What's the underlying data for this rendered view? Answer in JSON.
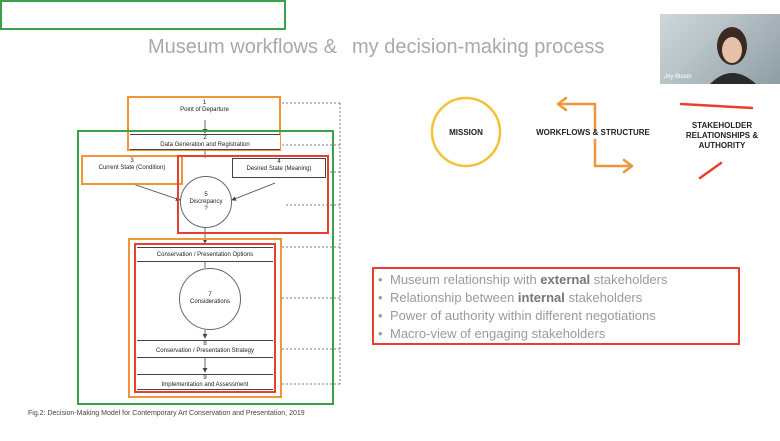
{
  "slide": {
    "title_prefix": "Museum workflows & ",
    "title_highlight": "my decision-making process",
    "caption": "Fig.2: Decision-Making Model for Contemporary Art Conservation and Presentation, 2019"
  },
  "video": {
    "participant_name": "Joy Bloser"
  },
  "diagram": {
    "box1_num": "1",
    "box1_label": "Point of Departure",
    "box2_num": "2",
    "box2_label": "Data Generation and Registration",
    "box3_num": "3",
    "box3_label": "Current State (Condition)",
    "box4_num": "4",
    "box4_label": "Desired State (Meaning)",
    "circle5_num": "5",
    "circle5_label": "Discrepancy",
    "circle5_q": "?",
    "box6_label": "Conservation / Presentation Options",
    "circle7_num": "7",
    "circle7_label": "Considerations",
    "box8_num": "8",
    "box8_label": "Conservation / Presentation Strategy",
    "box9_num": "9",
    "box9_label": "Implementation and Assessment"
  },
  "right_panel": {
    "mission": "MISSION",
    "workflows": "WORKFLOWS & STRUCTURE",
    "stakeholder_1": "STAKEHOLDER",
    "stakeholder_2": "RELATIONSHIPS &",
    "stakeholder_3": "AUTHORITY"
  },
  "bullets": [
    {
      "pre": "Museum relationship with ",
      "bold": "external",
      "post": " stakeholders"
    },
    {
      "pre": "Relationship between ",
      "bold": "internal",
      "post": " stakeholders"
    },
    {
      "pre": "Power of authority within different negotiations",
      "bold": "",
      "post": ""
    },
    {
      "pre": "Macro-view of engaging stakeholders",
      "bold": "",
      "post": ""
    }
  ],
  "colors": {
    "green": "#3aa04a",
    "orange": "#f0953a",
    "red": "#e8402e",
    "yellow": "#f3c238"
  }
}
